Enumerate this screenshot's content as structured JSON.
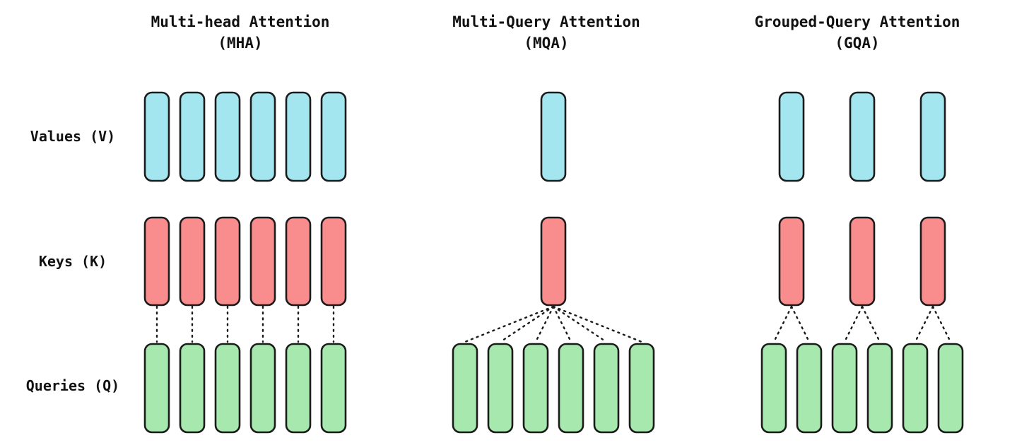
{
  "figure": {
    "row_labels": [
      {
        "label": "Values (V)"
      },
      {
        "label": "Keys (K)"
      },
      {
        "label": "Queries (Q)"
      }
    ],
    "panels": [
      {
        "id": "mha",
        "title_line1": "Multi-head Attention",
        "title_line2": "(MHA)",
        "num_value_heads": 6,
        "num_key_heads": 6,
        "num_query_heads": 6
      },
      {
        "id": "mqa",
        "title_line1": "Multi-Query Attention",
        "title_line2": "(MQA)",
        "num_value_heads": 1,
        "num_key_heads": 1,
        "num_query_heads": 6
      },
      {
        "id": "gqa",
        "title_line1": "Grouped-Query Attention",
        "title_line2": "(GQA)",
        "num_value_heads": 3,
        "num_key_heads": 3,
        "num_query_heads": 6
      }
    ],
    "colors": {
      "background": "#ffffff",
      "values_fill": "#a3e6f0",
      "keys_fill": "#f98d8d",
      "queries_fill": "#a6e8ae",
      "outline": "#1b1b1b",
      "text": "#111111"
    }
  }
}
